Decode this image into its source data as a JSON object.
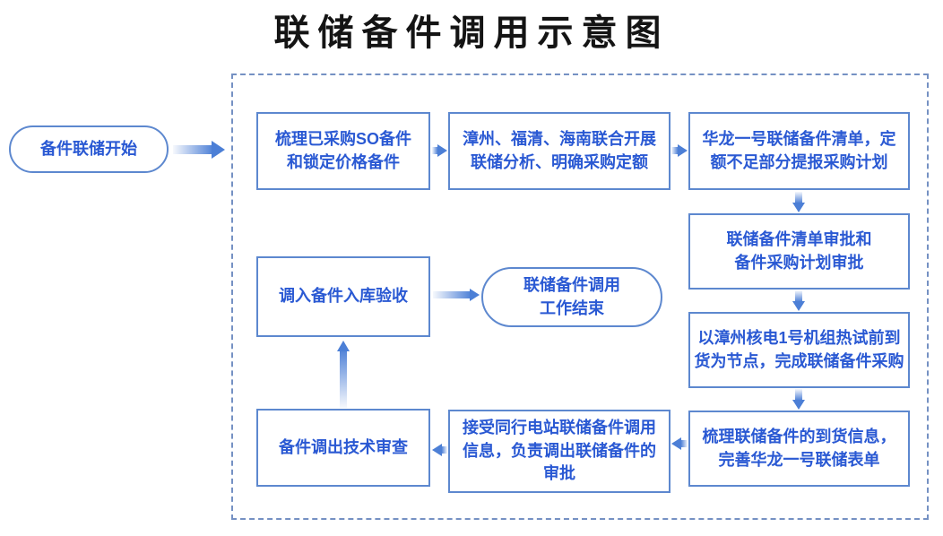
{
  "title": "联储备件调用示意图",
  "colors": {
    "box_border": "#5d88cf",
    "text_blue": "#2a59d3",
    "dashed_frame": "#7591c3",
    "arrow": "#4c7fd6",
    "title": "#141414"
  },
  "nodes": {
    "start": {
      "label": "备件联储开始"
    },
    "b1": {
      "lines": [
        "梳理已采购SO备件",
        "和锁定价格备件"
      ]
    },
    "b2": {
      "lines": [
        "漳州、福清、海南联合开展",
        "联储分析、明确采购定额"
      ]
    },
    "b3": {
      "lines": [
        "华龙一号联储备件清单，定",
        "额不足部分提报采购计划"
      ]
    },
    "b4": {
      "lines": [
        "联储备件清单审批和",
        "备件采购计划审批"
      ]
    },
    "b5": {
      "lines": [
        "以漳州核电1号机组热试前到",
        "货为节点，完成联储备件采购"
      ]
    },
    "b6": {
      "lines": [
        "梳理联储备件的到货信息，",
        "完善华龙一号联储表单"
      ]
    },
    "b7": {
      "lines": [
        "接受同行电站联储备件调用",
        "信息，负责调出联储备件的",
        "审批"
      ]
    },
    "b8": {
      "lines": [
        "备件调出技术审查"
      ]
    },
    "b9": {
      "lines": [
        "调入备件入库验收"
      ]
    },
    "end": {
      "lines": [
        "联储备件调用",
        "工作结束"
      ]
    }
  }
}
